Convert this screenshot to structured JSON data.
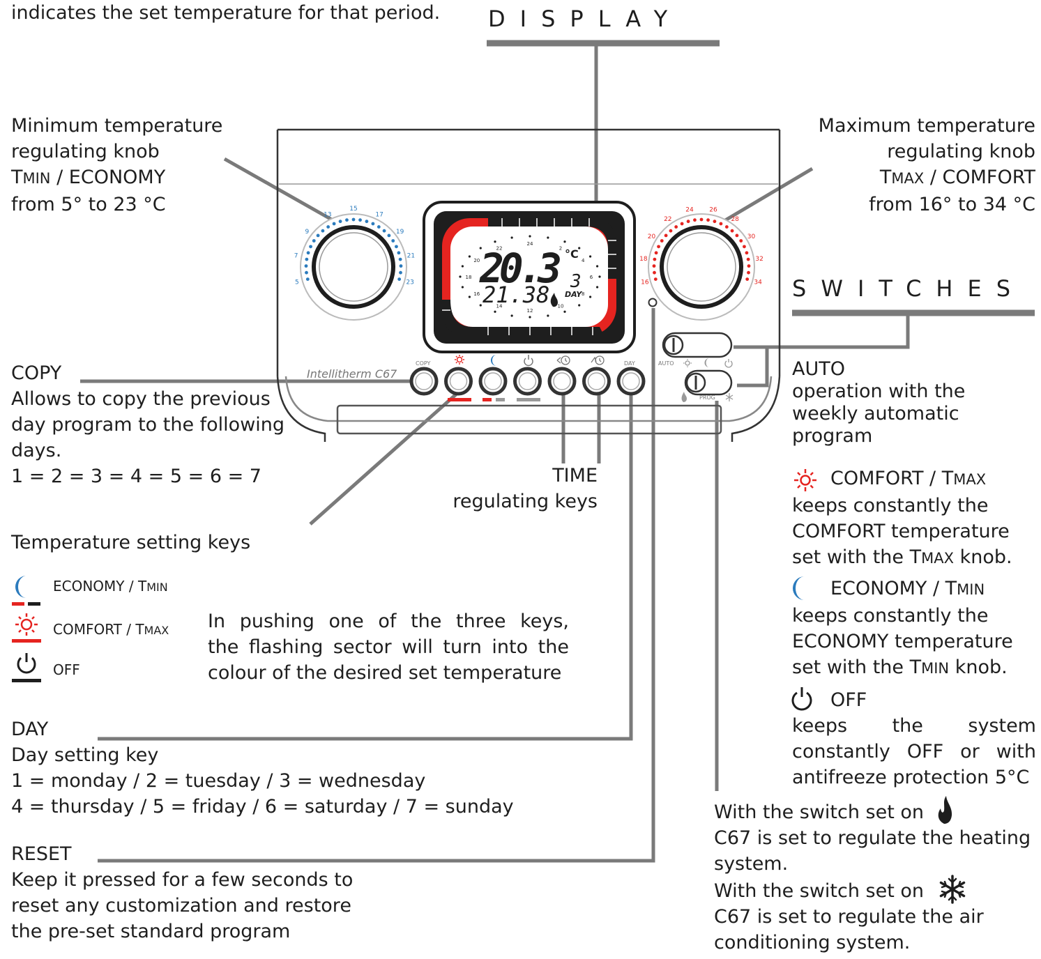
{
  "header_fragment": "indicates the set temperature for that period.",
  "display_heading": "DISPLAY",
  "switches_heading": "SWITCHES",
  "tmin_knob": {
    "lines": [
      "Minimum temperature",
      "regulating knob"
    ],
    "line3_t": "T",
    "line3_min": "MIN",
    "line3_rest": " / ECONOMY",
    "line4": "from 5° to 23 °C",
    "scale": [
      "5",
      "7",
      "9",
      "13",
      "15",
      "17",
      "19",
      "21",
      "23"
    ]
  },
  "tmax_knob": {
    "lines": [
      "Maximum temperature",
      "regulating knob"
    ],
    "line3_t": "T",
    "line3_max": "MAX",
    "line3_rest": " / COMFORT",
    "line4": "from 16° to 34 °C",
    "scale": [
      "16",
      "18",
      "20",
      "22",
      "24",
      "26",
      "28",
      "30",
      "32",
      "34"
    ]
  },
  "device": {
    "brand": "Intellitherm C67",
    "lcd": {
      "temp": "20.3",
      "unit": "°C",
      "time": "21.38",
      "day_num": "3",
      "day_label": "DAY",
      "hours": [
        "24",
        "22",
        "20",
        "18",
        "16",
        "14",
        "12",
        "10",
        "8",
        "6",
        "4",
        "2"
      ]
    },
    "button_labels": [
      "COPY",
      "",
      "",
      "",
      "",
      "",
      "DAY"
    ],
    "switch_labels": {
      "auto": "AUTO",
      "prog": "PROG"
    }
  },
  "copy": {
    "title": "COPY",
    "lines": [
      "Allows to copy the previous",
      "day program to the following",
      "days."
    ],
    "formula": "1 = 2 = 3 = 4 = 5 = 6 = 7"
  },
  "time_keys": {
    "line1": "TIME",
    "line2": "regulating keys"
  },
  "temp_keys": {
    "title": "Temperature setting keys",
    "economy_a": "ECONOMY / T",
    "economy_b": "MIN",
    "comfort_a": "COMFORT / T",
    "comfort_b": "MAX",
    "off": "OFF",
    "note": [
      "In pushing one of the three keys,",
      "the flashing sector will turn into the",
      "colour of the desired set temperature"
    ]
  },
  "day": {
    "title": "DAY",
    "lines": [
      "Day setting key",
      "1 = monday / 2 = tuesday / 3 = wednesday",
      "4 = thursday / 5 = friday / 6 = saturday / 7 = sunday"
    ]
  },
  "reset": {
    "title": "RESET",
    "lines": [
      "Keep it pressed for a few seconds to",
      "reset any customization and restore",
      "the pre-set standard program"
    ]
  },
  "auto": {
    "title": "AUTO",
    "lines": [
      "operation with the",
      "weekly automatic",
      "program"
    ]
  },
  "comfort": {
    "title_a": "COMFORT / T",
    "title_b": "MAX",
    "lines": [
      "keeps constantly the",
      "COMFORT temperature"
    ],
    "line3_a": "set with the T",
    "line3_b": "MAX",
    "line3_c": " knob."
  },
  "economy": {
    "title_a": "ECONOMY / T",
    "title_b": "MIN",
    "lines": [
      "keeps constantly the",
      "ECONOMY temperature"
    ],
    "line3_a": "set with the T",
    "line3_b": "MIN",
    "line3_c": " knob."
  },
  "off": {
    "title": "OFF",
    "lines": [
      "keeps the system",
      "constantly OFF or with"
    ],
    "line3": "antifreeze protection 5°C"
  },
  "heating": {
    "line1": "With the switch set on",
    "lines": [
      "C67 is set to regulate the heating",
      "system."
    ]
  },
  "cooling": {
    "line1": "With the switch set on",
    "lines": [
      "C67 is set to regulate the air",
      "conditioning system."
    ]
  },
  "colors": {
    "comfort": "#e52420",
    "economy": "#2b7bbd",
    "line": "#7a7a7a",
    "dark": "#1e1e1e"
  }
}
